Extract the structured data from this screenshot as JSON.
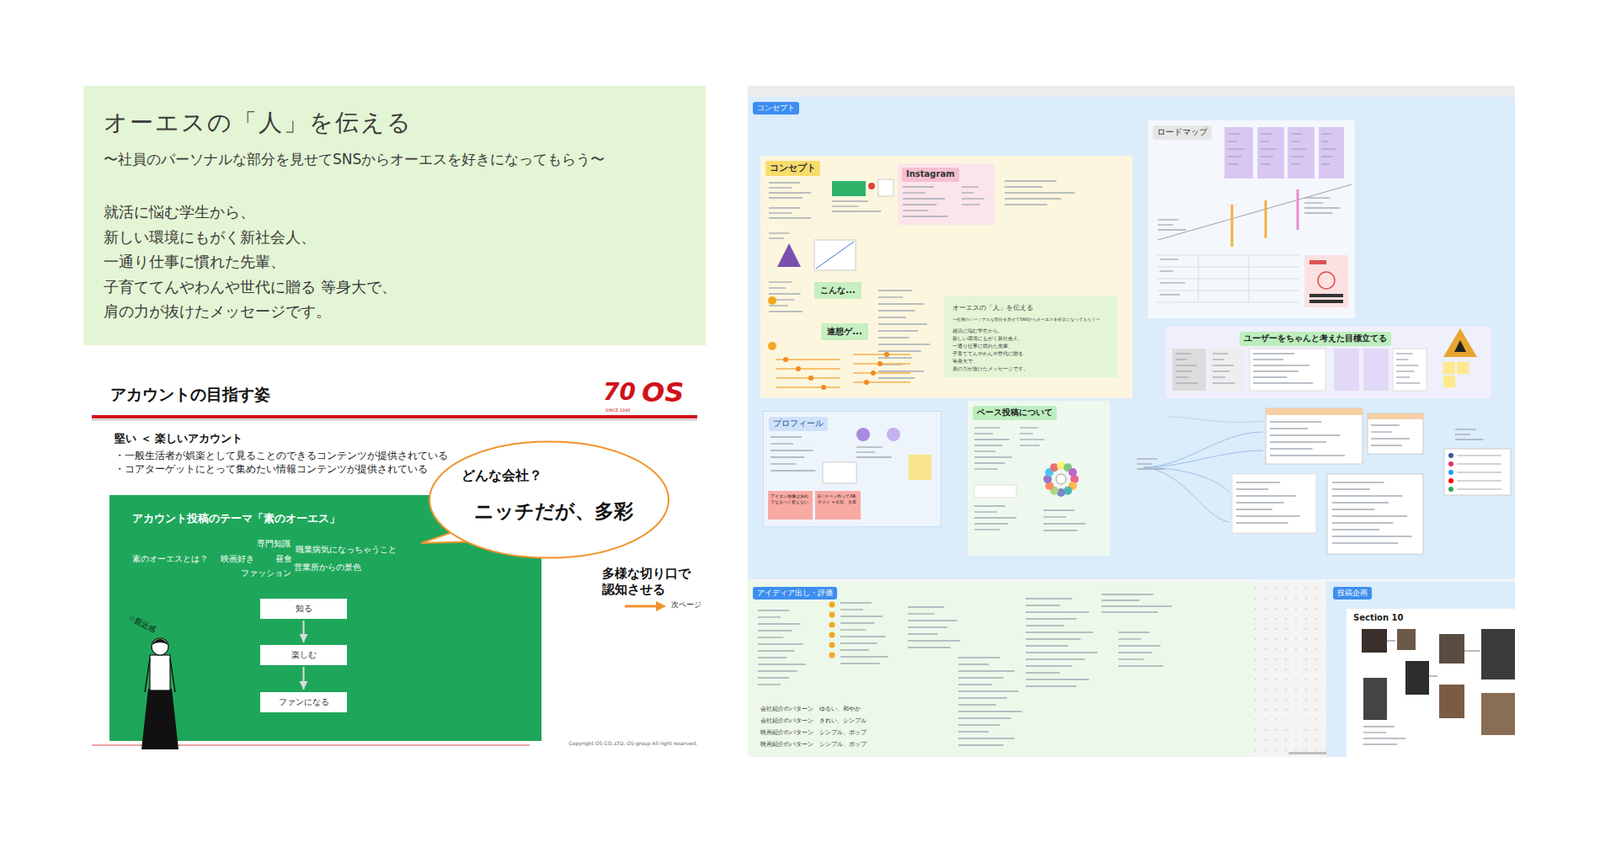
{
  "diagram": {
    "nodes": [
      {
        "text": [
          "オーエスの「人」を伝える",
          "〜社員のパーソナルな部分を見せてSNSからオーエスを好きになってもらう〜",
          "就活に悩む学生から、 新しい環境にもがく新社会人、 一通り仕事に慣れた先輩、 子育ててんやわんや世代に贈る 等身大で、肩の力が抜けたメッセージです。"
        ]
      },
      {
        "text": [
          "アカウントの目指す姿",
          "堅い ＜ 楽しいアカウント",
          "・一般生活者が娯楽として見ることのできるコンテンツが提供されている",
          "・コアターゲットにとって集めたい情報コンテンツが提供されている",
          "多様な切り口で 認知させる",
          "次ページ",
          "Copyright OS CO.,LTD. OS-group All right reserved."
        ]
      },
      {
        "text": [
          "アカウント投稿のテーマ「素のオーエス」",
          "素のオーエスとは？",
          "専門知識",
          "職業病気になっちゃうこと",
          "映画好き",
          "昼食",
          "営業所からの景色",
          "ファッション",
          "☆親近感"
        ],
        "in": 1
      },
      {
        "text": [
          "知る"
        ],
        "in": 2
      },
      {
        "text": [
          "楽しむ"
        ],
        "in": 2
      },
      {
        "text": [
          "ファンになる"
        ],
        "in": 2
      },
      {
        "text": [
          "どんな会社？",
          "ニッチだが、多彩"
        ],
        "in": 1
      },
      {
        "text": [
          "コンセプト"
        ]
      },
      {
        "text": [
          "コンセプト"
        ],
        "in": 7
      },
      {
        "text": [
          "Instagram"
        ],
        "in": 8
      },
      {
        "text": [
          "こんな..."
        ],
        "in": 8
      },
      {
        "text": [
          "連想ゲ..."
        ],
        "in": 8
      },
      {
        "text": [
          "オーエスの「人」を伝える",
          "〜社員のパーソナルな部分を見せてSNSからオーエスを好きになってもらう〜",
          "就活に悩む学生から、 新しい環境にもがく新社会人、 一通り仕事に慣れた先輩、 子育ててんやわんや世代に贈る 等身大で、肩の力が抜けたメッセージです。"
        ],
        "in": 8
      },
      {
        "text": [
          "ロードマップ"
        ],
        "in": 7
      },
      {
        "text": [
          "ユーザーをちゃんと考えた目標立てる"
        ],
        "in": 7
      },
      {
        "text": [
          "プロフィール"
        ],
        "in": 7
      },
      {
        "text": [
          "アイコン画像は決めてなるべく変えない"
        ],
        "in": 15
      },
      {
        "text": [
          "2パターン作ってABテスト +名前、文章"
        ],
        "in": 15
      },
      {
        "text": [
          "ベース投稿について"
        ],
        "in": 7
      },
      {
        "text": [
          "アイディア出し・評価"
        ]
      },
      {
        "text": [
          "投稿企画"
        ]
      },
      {
        "text": [
          "Section 10"
        ],
        "in": 20
      }
    ],
    "edges": [
      {
        "from": 3,
        "to": 4,
        "arrow": "to"
      },
      {
        "from": 4,
        "to": 5,
        "arrow": "to"
      }
    ],
    "labels": [
      "70",
      "SINCE 1946",
      "OS",
      "会社紹介のパターン",
      "ゆるい、和やか",
      "会社紹介のパターン",
      "きれい、シンプル",
      "映画紹介のパターン",
      "シンプル、ポップ",
      "映画紹介のパターン",
      "シンプル、ポップ"
    ]
  }
}
